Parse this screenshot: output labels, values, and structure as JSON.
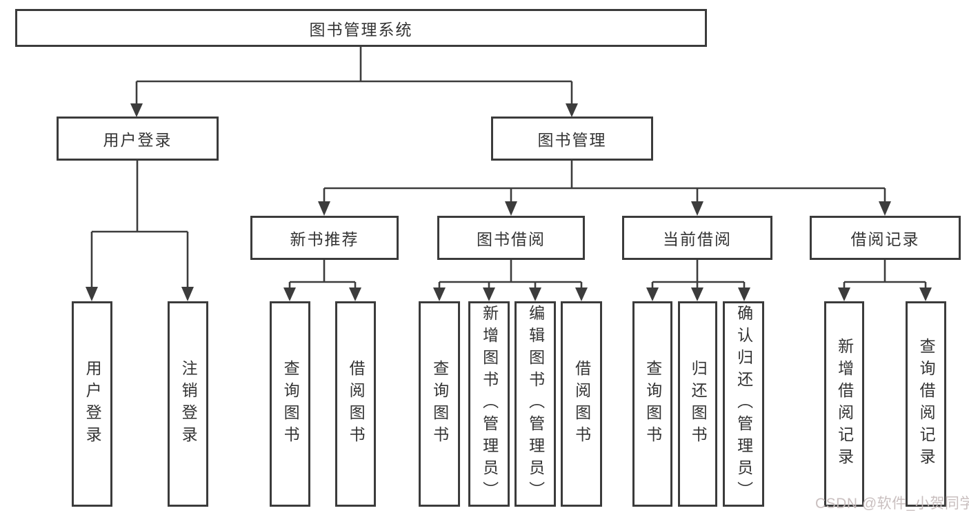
{
  "tree": {
    "label": "图书管理系统",
    "children": [
      {
        "label": "用户登录",
        "children": [
          {
            "label": "用户登录"
          },
          {
            "label": "注销登录"
          }
        ]
      },
      {
        "label": "图书管理",
        "children": [
          {
            "label": "新书推荐",
            "children": [
              {
                "label": "查询图书"
              },
              {
                "label": "借阅图书"
              }
            ]
          },
          {
            "label": "图书借阅",
            "children": [
              {
                "label": "查询图书"
              },
              {
                "label": "新增图书（管理员）"
              },
              {
                "label": "编辑图书（管理员）"
              },
              {
                "label": "借阅图书"
              }
            ]
          },
          {
            "label": "当前借阅",
            "children": [
              {
                "label": "查询图书"
              },
              {
                "label": "归还图书"
              },
              {
                "label": "确认归还（管理员）"
              }
            ]
          },
          {
            "label": "借阅记录",
            "children": [
              {
                "label": "新增借阅记录"
              },
              {
                "label": "查询借阅记录"
              }
            ]
          }
        ]
      }
    ]
  },
  "watermark": {
    "text": "CSDN @软件_小贺同学"
  },
  "colors": {
    "line": "#3c3c3c",
    "box_border": "#3b3b3b",
    "text": "#333333",
    "watermark": "#c7bcbc",
    "background": "#ffffff"
  }
}
